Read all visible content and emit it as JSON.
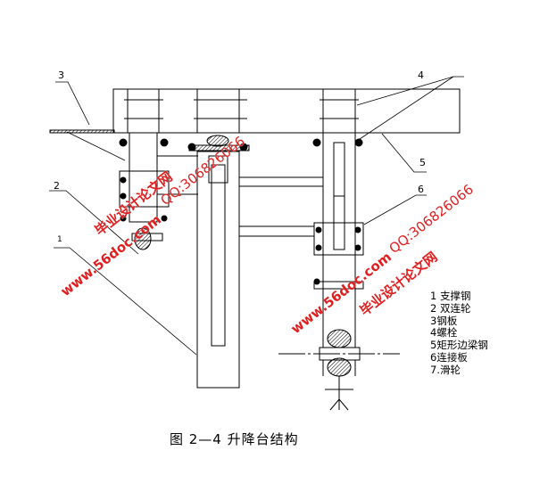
{
  "part_labels": [
    "1",
    "2",
    "3",
    "4",
    "5",
    "6"
  ],
  "legend": [
    "1 支撑钢",
    "2 双连轮",
    "3钢板",
    "4螺栓",
    "5矩形边梁钢",
    "6连接板",
    "7.滑轮"
  ],
  "caption": "图 2—4 升降台结构",
  "watermarks": {
    "site": "www.56doc.com",
    "qq": "QQ:306826066",
    "name": "毕业设计论文网"
  },
  "colors": {
    "line": "#000000",
    "watermark": "#e02020"
  }
}
